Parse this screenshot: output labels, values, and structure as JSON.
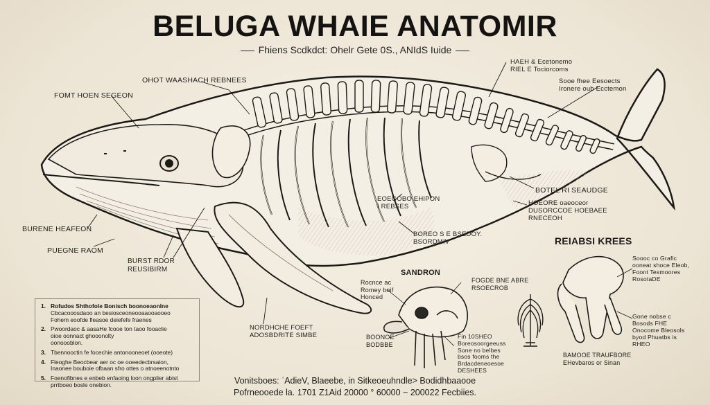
{
  "title": "BELUGA WHAIE ANATOMIR",
  "subtitle": "Fhiens Scdkdct: Ohelr Gete 0S., ANIdS Iuide",
  "labels": {
    "chest_region": "OHOT WAASHACH REBNEES",
    "front_region": "FOMT HOEN SEGEON",
    "upper_spine": "HAEH & Ecetonemo\nRIEL E Tociorcoms",
    "fluke_desc": "Sooe fhee Eesoects\nIronere oub Ecctemon",
    "body_label": "BOTEL RI SEAUDGE",
    "ribs_side": "HOEORE oaeoceor\nDUSORCCOE HOEBAEE\nRNECEOH",
    "left_mid": "BURENE HEAFEON",
    "left_lower": "PUEGNE RAOM",
    "rib_cage": "EOEGOBO EHIPON\nI REBSES",
    "lower_rib": "BOREO S E BSEDOY.\nBSORDMIV",
    "flipper_label": "BURST RDOR\nREUSIBIRM",
    "flipper_tip": "NORDHCHE FOEFT\nADOSBDRITE SIMBE",
    "skull_title": "SANDRON",
    "skull_left": "Rocnce ac\nRomey boif\nHonced",
    "skull_right": "FOGDE BNE ABRE\nRSOECROB",
    "skull_bottom_left": "BOONOE\nBODBBE",
    "skull_bottom_mid": "Fin 10SHEO\nBoreosoorgeeuss\nSone no belbes\nbsos fooms the\nBrdacdeneoesoe\nDESHEES",
    "knee_title": "REIABSI KREES",
    "knee_right_top": "Soooc co Grafic\nooneat shoce Eleob,\nFoont Tesmoores\nRosotaDE",
    "knee_right_bottom": "Gone nobse c\nBosods FHE\nOnocome Bleosols\nbyod Phuatbs is\nRHEO",
    "knee_bottom": "BAMOOE TRAUFBORE\nEHevbaros or Sinan"
  },
  "notes": [
    {
      "num": "1.",
      "head": "Rofudos Shthofole Bonisch boonoeaonlne",
      "body": "Cbcacooosdaoo an besiosceoneooaaooaooeo\nFohem eoofde fleasoe deiefefe fraenes"
    },
    {
      "num": "2.",
      "head": "",
      "body": "Pwoordaoc & aasaHe fcooe ton taoo fooaclie\noioe oonnact ghooonolty\noonoooblon."
    },
    {
      "num": "3.",
      "head": "",
      "body": "Tbennooctin fe focechie antonooneoet (ooeote)"
    },
    {
      "num": "4.",
      "head": "",
      "body": "Fleoghe Beocbear aer oc oe ooeedecbrsaion,\nInaonee bouboie ofbaan sfro ottes o atnoeenotnto"
    },
    {
      "num": "5.",
      "head": "",
      "body": "Foenofibnes e enbeb enfaoing loon ongplier abist\nprrtboeo bosle onebion."
    }
  ],
  "footer": {
    "line1": "Vonitsboes: ˈAdieV, Blaeebe, in Sitkeoeuhndle> Bodidhbaaooe",
    "line2": "Pofrneooede la. 1701 Z1Aid 20000 ° 60000 ~ 200022 Fecbiies."
  }
}
